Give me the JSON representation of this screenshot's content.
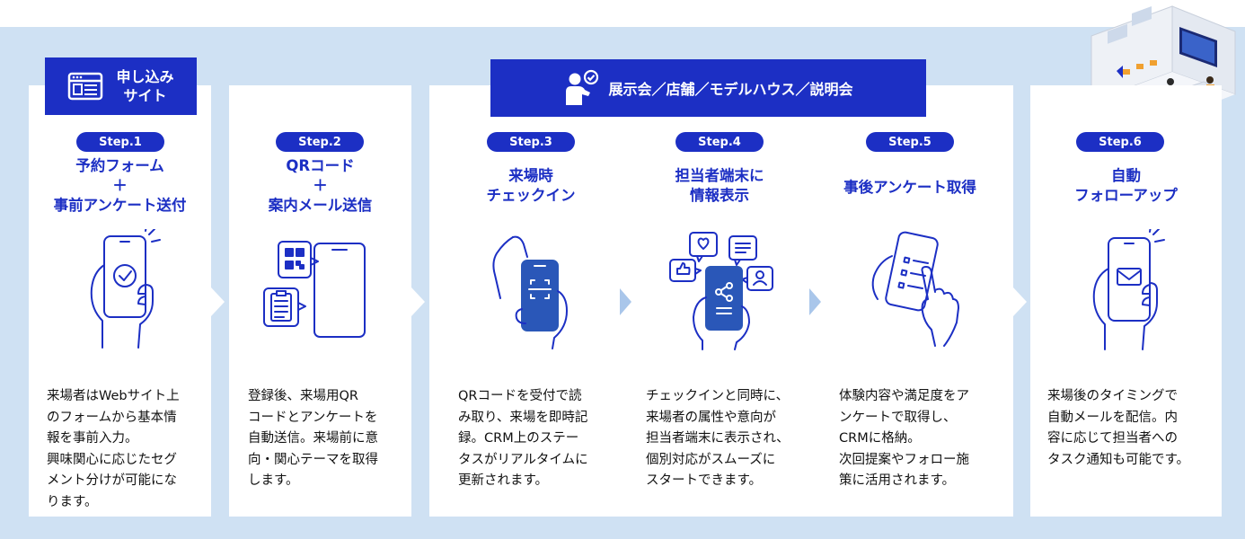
{
  "colors": {
    "brand": "#1c2fc4",
    "background": "#cfe1f3",
    "card": "#ffffff",
    "arrow": "#a9c6ea"
  },
  "banner_site": {
    "lines": [
      "申し込み",
      "サイト"
    ],
    "icon": "browser-window-icon"
  },
  "banner_venue": {
    "text": "展示会／店舗／モデルハウス／説明会",
    "icon": "person-chat-icon"
  },
  "steps": [
    {
      "label": "Step.1",
      "title": [
        "予約フォーム",
        "＋",
        "事前アンケート送付"
      ],
      "icon": "phone-check-hand-icon",
      "desc": [
        "来場者はWebサイト上",
        "のフォームから基本情",
        "報を事前入力。",
        "興味関心に応じたセグ",
        "メント分けが可能にな",
        "ります。"
      ]
    },
    {
      "label": "Step.2",
      "title": [
        "QRコード",
        "＋",
        "案内メール送信"
      ],
      "icon": "phone-qr-clipboard-icon",
      "desc": [
        "登録後、来場用QR",
        "コードとアンケートを",
        "自動送信。来場前に意",
        "向・関心テーマを取得",
        "します。"
      ]
    },
    {
      "label": "Step.3",
      "title": [
        "来場時",
        "チェックイン"
      ],
      "icon": "phone-scan-hand-icon",
      "desc": [
        "QRコードを受付で読",
        "み取り、来場を即時記",
        "録。CRM上のステー",
        "タスがリアルタイムに",
        "更新されます。"
      ]
    },
    {
      "label": "Step.4",
      "title": [
        "担当者端末に",
        "情報表示"
      ],
      "icon": "phone-share-bubbles-icon",
      "desc": [
        "チェックインと同時に、",
        "来場者の属性や意向が",
        "担当者端末に表示され、",
        "個別対応がスムーズに",
        "スタートできます。"
      ]
    },
    {
      "label": "Step.5",
      "title": [
        "事後アンケート取得"
      ],
      "icon": "phone-checklist-tap-icon",
      "desc": [
        "体験内容や満足度をア",
        "ンケートで取得し、",
        "CRMに格納。",
        "次回提案やフォロー施",
        "策に活用されます。"
      ]
    },
    {
      "label": "Step.6",
      "title": [
        "自動",
        "フォローアップ"
      ],
      "icon": "phone-mail-hand-icon",
      "desc": [
        "来場後のタイミングで",
        "自動メールを配信。内",
        "容に応じて担当者への",
        "タスク通知も可能です。"
      ]
    }
  ]
}
